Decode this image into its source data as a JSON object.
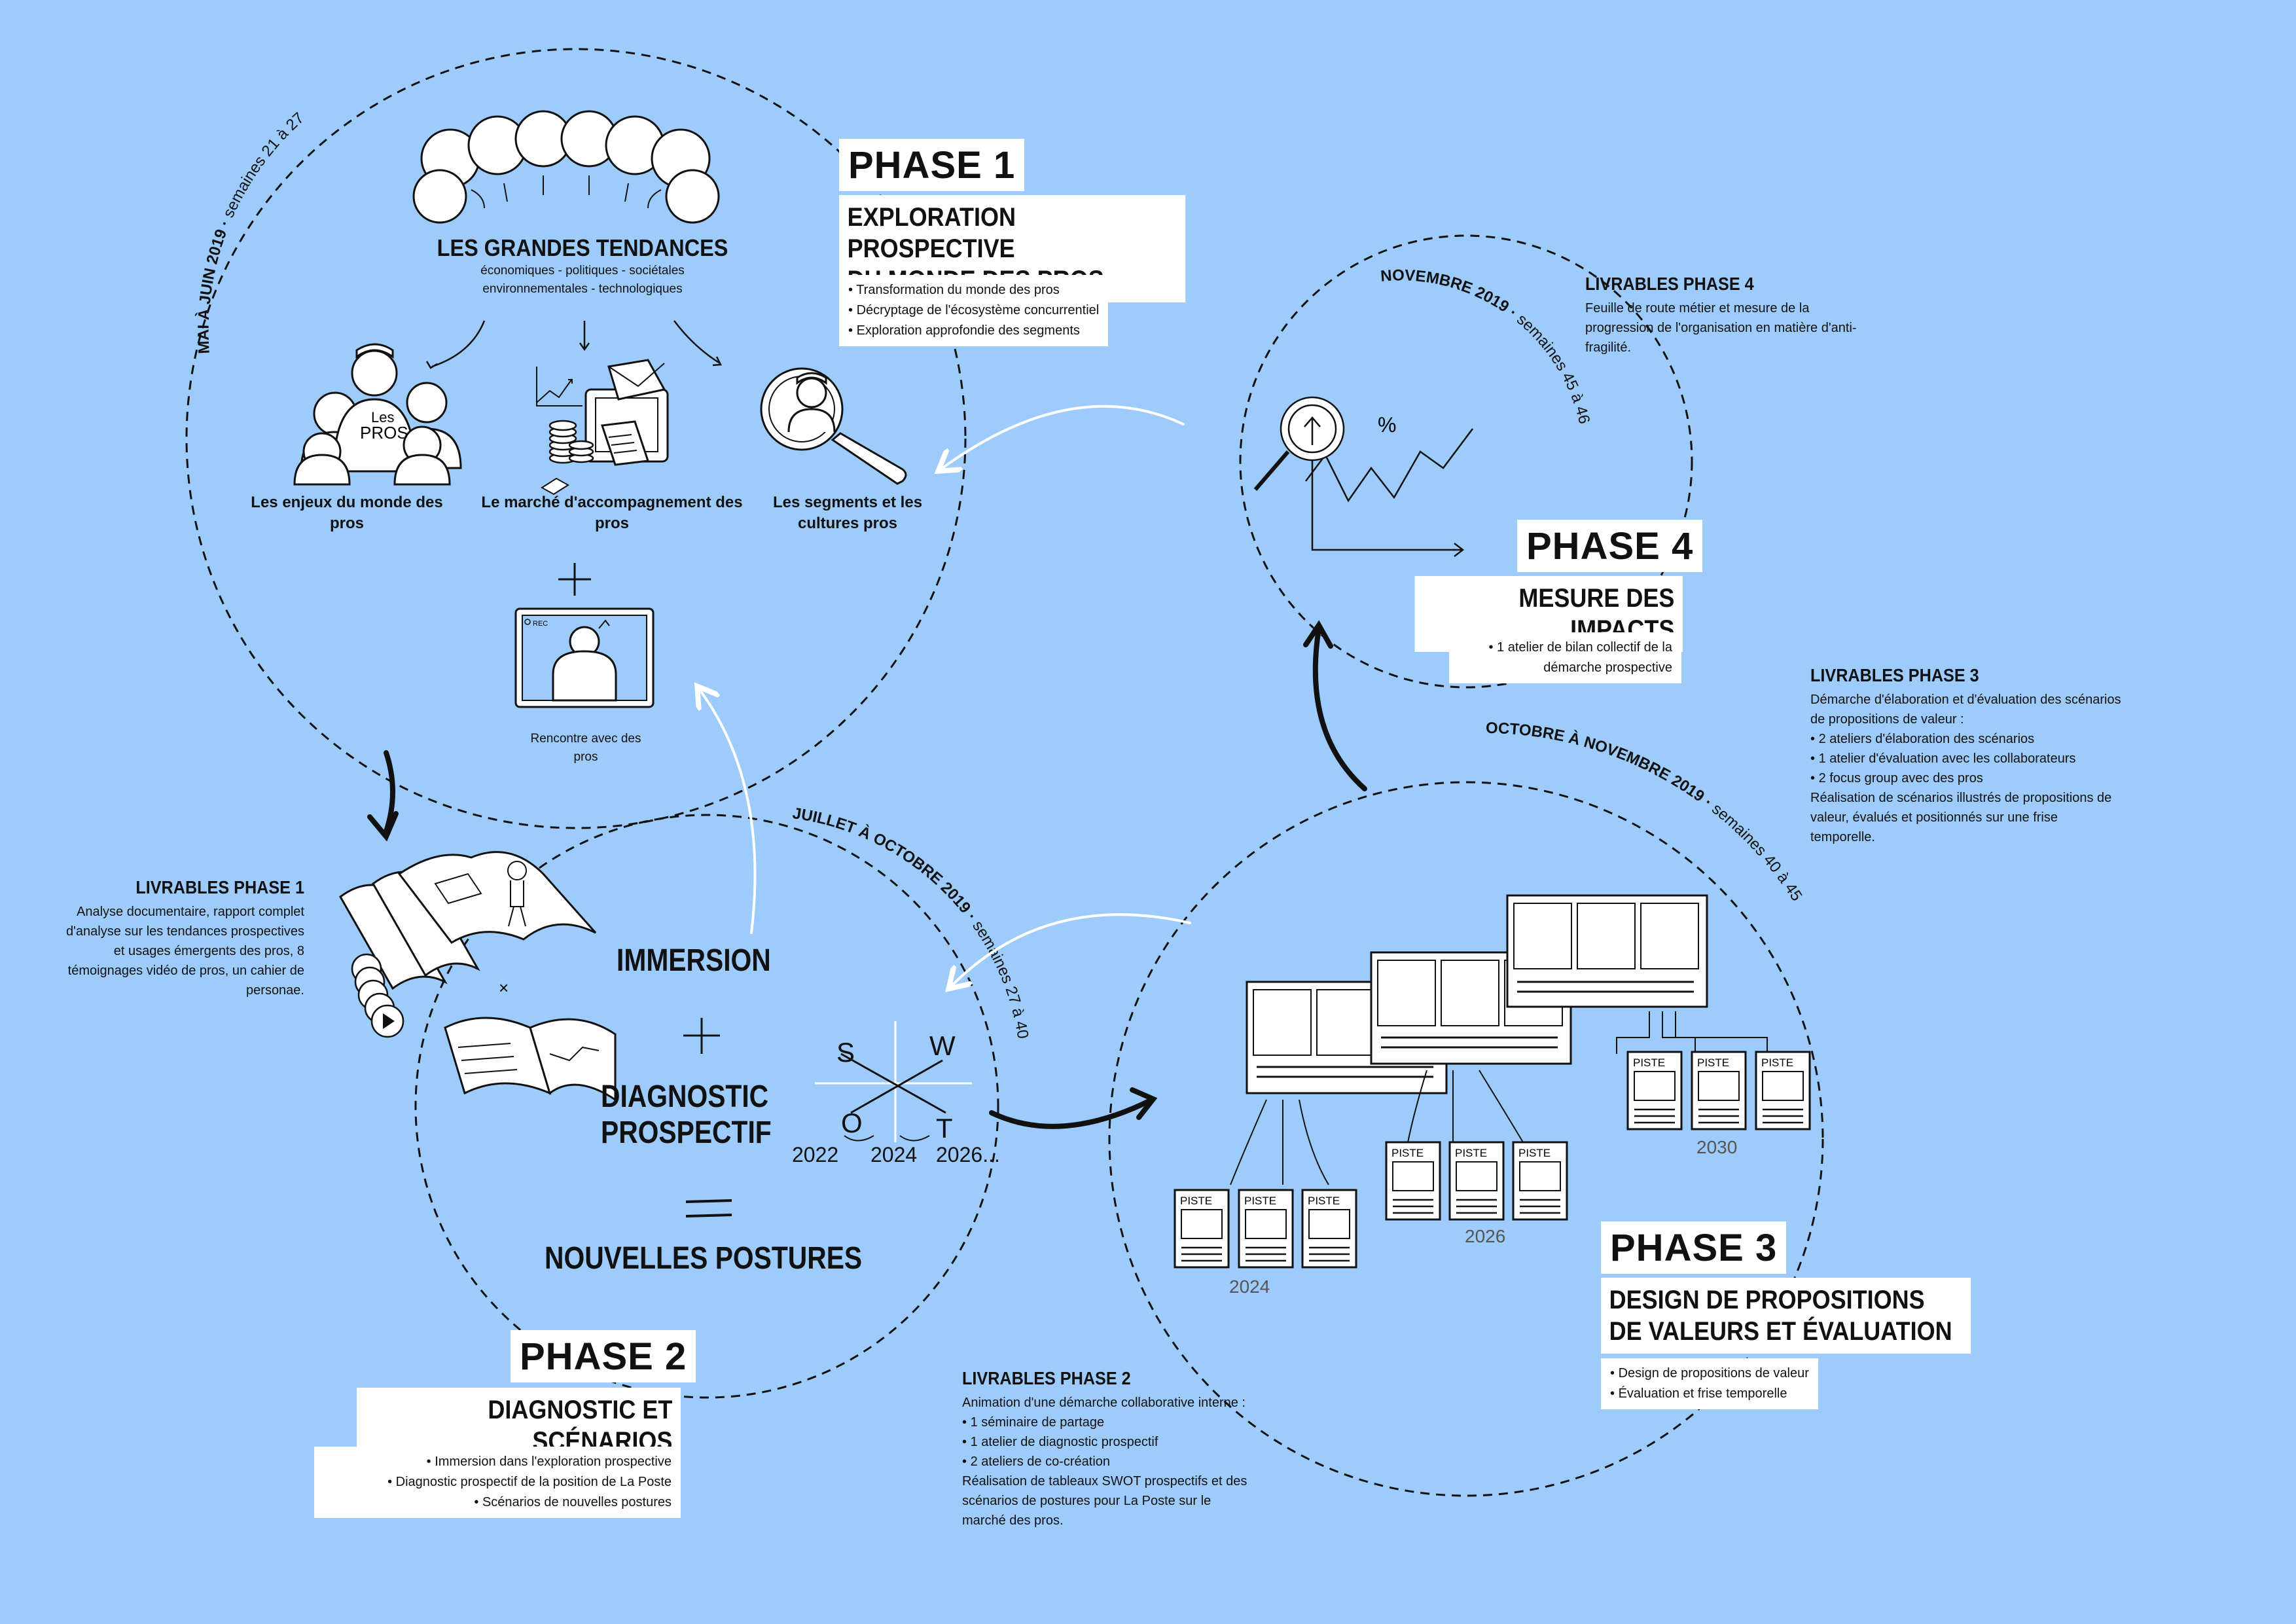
{
  "colors": {
    "background": "#9dcbfb",
    "ink": "#111111",
    "card": "#ffffff"
  },
  "phase1": {
    "title": "PHASE 1",
    "subtitle_line1": "EXPLORATION PROSPECTIVE",
    "subtitle_line2": "DU MONDE DES PROS",
    "items": [
      "Transformation du monde des pros",
      "Décryptage de l'écosystème concurrentiel",
      "Exploration approfondie des segments"
    ],
    "period": "MAI À JUIN 2019",
    "weeks": "semaines 21 à 27",
    "trends_title": "LES GRANDES TENDANCES",
    "trends_line1": "économiques - politiques - sociétales",
    "trends_line2": "environnementales - technologiques",
    "label_enjeux": "Les enjeux du monde des pros",
    "label_marche": "Le marché d'accompagnement des pros",
    "label_segments": "Les segments et les cultures pros",
    "label_rencontre": "Rencontre avec des pros",
    "rec_label": "REC",
    "pros_sign": "PROS",
    "les_sign": "Les"
  },
  "livrables1": {
    "title": "LIVRABLES PHASE 1",
    "text": "Analyse documentaire, rapport complet d'analyse sur les tendances prospectives et usages émergents des pros, 8 témoignages vidéo de pros, un cahier de personae."
  },
  "phase2": {
    "title": "PHASE 2",
    "subtitle": "DIAGNOSTIC ET SCÉNARIOS",
    "items": [
      "Immersion dans l'exploration prospective",
      "Diagnostic prospectif de la position de La Poste",
      "Scénarios de nouvelles postures"
    ],
    "period": "JUILLET À OCTOBRE 2019",
    "weeks": "semaines 27 à 40",
    "immersion": "IMMERSION",
    "plus": "+",
    "diagnostic_line1": "DIAGNOSTIC",
    "diagnostic_line2": "PROSPECTIF",
    "equals": "=",
    "postures": "NOUVELLES POSTURES",
    "swot_s": "S",
    "swot_w": "W",
    "swot_o": "O",
    "swot_t": "T",
    "year_2022": "2022",
    "year_2024": "2024",
    "year_2026": "2026...",
    "cross": "×"
  },
  "livrables2": {
    "title": "LIVRABLES PHASE 2",
    "intro": "Animation d'une démarche collaborative interne :",
    "items": [
      "1 séminaire de partage",
      "1 atelier de diagnostic prospectif",
      "2 ateliers de co-création"
    ],
    "outro": "Réalisation de tableaux SWOT prospectifs et des scénarios de postures pour La Poste sur le marché des pros."
  },
  "phase3": {
    "title": "PHASE 3",
    "subtitle_line1": "DESIGN DE PROPOSITIONS",
    "subtitle_line2": "DE VALEURS ET ÉVALUATION",
    "items": [
      "Design de propositions de valeur",
      "Évaluation et frise temporelle"
    ],
    "period": "OCTOBRE À NOVEMBRE 2019",
    "weeks": "semaines 40 à 45",
    "piste": "PISTE",
    "years": [
      "2024",
      "2026",
      "2030"
    ]
  },
  "livrables3": {
    "title": "LIVRABLES PHASE 3",
    "intro": "Démarche d'élaboration et d'évaluation des scénarios de propositions de valeur :",
    "items": [
      "2 ateliers d'élaboration des scénarios",
      "1 atelier d'évaluation avec les collaborateurs",
      "2 focus group avec des pros"
    ],
    "outro": "Réalisation de scénarios illustrés de propositions de valeur, évalués et positionnés sur une frise temporelle."
  },
  "phase4": {
    "title": "PHASE 4",
    "subtitle": "MESURE DES IMPACTS",
    "item_line1": "1 atelier de bilan collectif de la",
    "item_line2": "démarche prospective",
    "period": "NOVEMBRE 2019",
    "weeks": "semaines 45 à 46",
    "percent": "%"
  },
  "livrables4": {
    "title": "LIVRABLES PHASE 4",
    "text": "Feuille de route métier et mesure de la progression de l'organisation en matière d'anti-fragilité."
  }
}
